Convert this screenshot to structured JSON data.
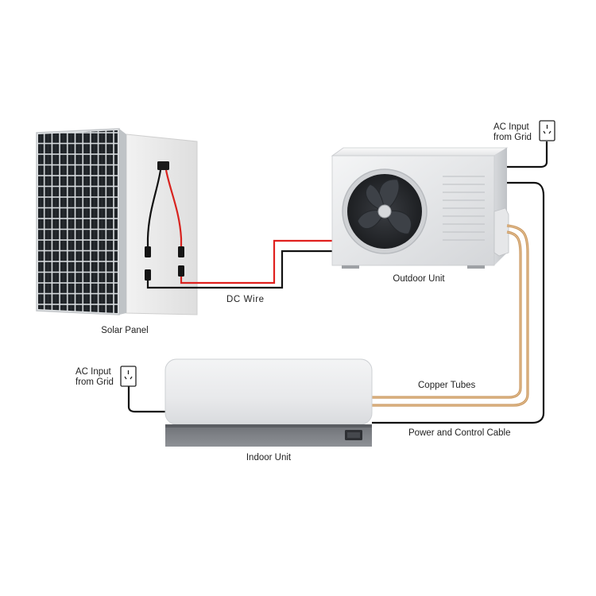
{
  "labels": {
    "solar_panel": "Solar Panel",
    "dc_wire": "DC Wire",
    "outdoor_unit": "Outdoor Unit",
    "indoor_unit": "Indoor Unit",
    "copper_tubes": "Copper Tubes",
    "power_control_cable": "Power and Control Cable",
    "ac_input_top_line1": "AC Input",
    "ac_input_top_line2": "from Grid",
    "ac_input_left_line1": "AC Input",
    "ac_input_left_line2": "from Grid"
  },
  "colors": {
    "positive_wire": "#e0201e",
    "negative_wire": "#111111",
    "copper_tube": "#c8955c",
    "panel_cell": "#1e2226",
    "unit_body": "#e9eaec"
  },
  "icons": [
    "socket-icon",
    "fan-icon",
    "junction-box-icon",
    "mc4-connector-icon"
  ]
}
